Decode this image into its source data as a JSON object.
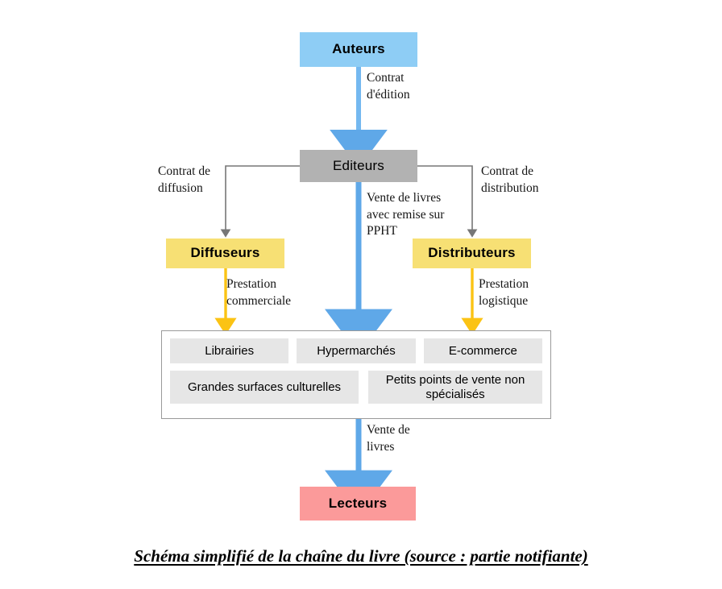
{
  "diagram": {
    "title": "Schéma simplifié de la chaîne du livre (source : partie notifiante)",
    "colors": {
      "authors_box": "#8ECDF5",
      "publishers_box": "#B2B2B2",
      "intermediaries_box": "#F7E074",
      "readers_box": "#FB9A9A",
      "chip_bg": "#E6E6E6",
      "blue_arrow": "#5FA8E8",
      "yellow_arrow": "#FBC314",
      "gray_connector": "#767676",
      "retail_border": "#9A9A9A"
    },
    "nodes": {
      "authors": "Auteurs",
      "publishers": "Editeurs",
      "diffusers": "Diffuseurs",
      "distributors": "Distributeurs",
      "readers": "Lecteurs"
    },
    "retail_channels": {
      "row1": [
        "Librairies",
        "Hypermarchés",
        "E-commerce"
      ],
      "row2": [
        "Grandes surfaces culturelles",
        "Petits points de vente non spécialisés"
      ]
    },
    "edge_labels": {
      "authors_to_publishers": "Contrat\nd'édition",
      "publishers_to_diffusers": "Contrat de\ndiffusion",
      "publishers_to_distributors": "Contrat de\ndistribution",
      "publishers_to_retail": "Vente de livres\navec remise sur\nPPHT",
      "diffusers_to_retail": "Prestation\ncommerciale",
      "distributors_to_retail": "Prestation\nlogistique",
      "retail_to_readers": "Vente de\nlivres"
    }
  }
}
